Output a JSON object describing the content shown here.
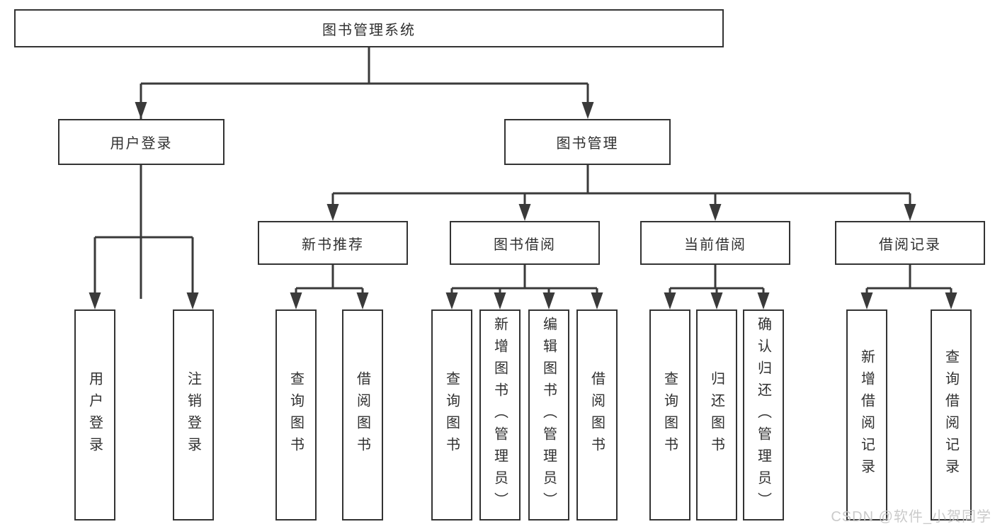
{
  "tree": {
    "root": {
      "label": "图书管理系统"
    },
    "children": [
      {
        "label": "用户登录",
        "children": [
          {
            "label": "用户登录"
          },
          {
            "label": "注销登录"
          }
        ]
      },
      {
        "label": "图书管理",
        "children": [
          {
            "label": "新书推荐",
            "children": [
              {
                "label": "查询图书"
              },
              {
                "label": "借阅图书"
              }
            ]
          },
          {
            "label": "图书借阅",
            "children": [
              {
                "label": "查询图书"
              },
              {
                "label": "新增图书（管理员）"
              },
              {
                "label": "编辑图书（管理员）"
              },
              {
                "label": "借阅图书"
              }
            ]
          },
          {
            "label": "当前借阅",
            "children": [
              {
                "label": "查询图书"
              },
              {
                "label": "归还图书"
              },
              {
                "label": "确认归还（管理员）"
              }
            ]
          },
          {
            "label": "借阅记录",
            "children": [
              {
                "label": "新增借阅记录"
              },
              {
                "label": "查询借阅记录"
              }
            ]
          }
        ]
      }
    ]
  },
  "watermark": {
    "text": "CSDN @软件_小贺同学"
  },
  "colors": {
    "line": "#3a3a3a",
    "border": "#333333",
    "text": "#303030",
    "watermark": "#c6c6c6"
  }
}
